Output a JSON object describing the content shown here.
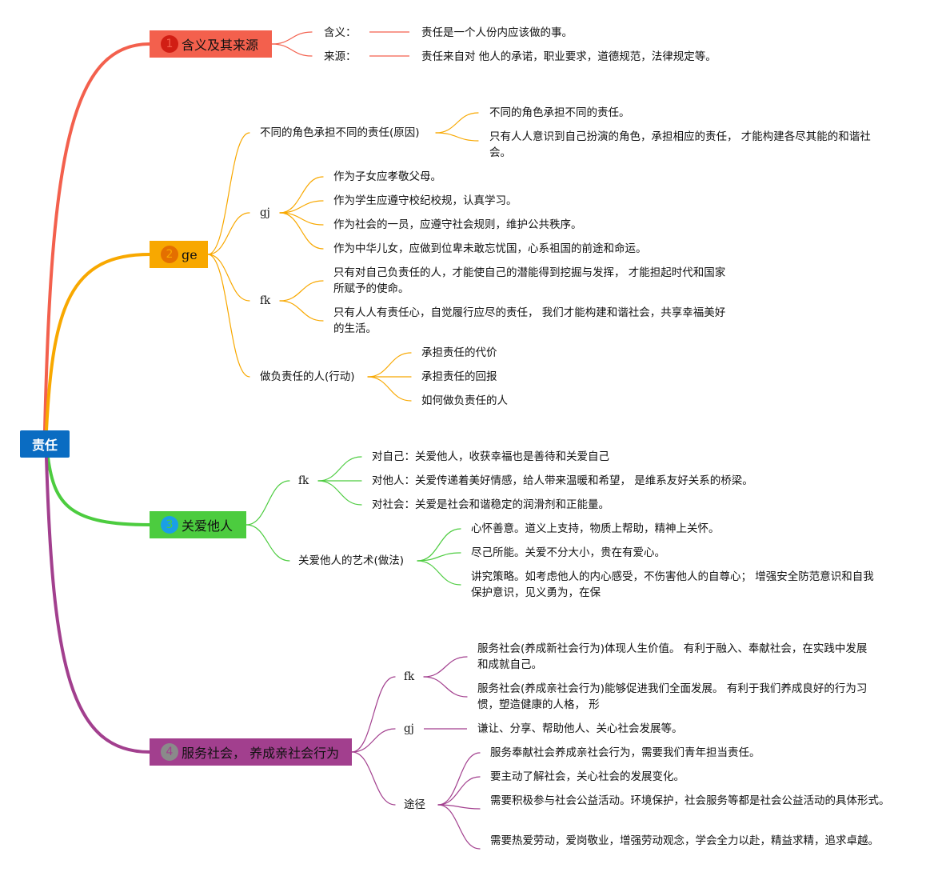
{
  "root": "责任",
  "colors": {
    "root": "#0a6cc2",
    "b1": "#f3604d",
    "b2": "#f8a800",
    "b3": "#4ccc3f",
    "b4": "#a23f8e"
  },
  "b1": {
    "badge": "1",
    "title": "含义及其来源",
    "rows": [
      {
        "label": "含义：",
        "text": "责任是一个人份内应该做的事。"
      },
      {
        "label": "来源：",
        "text": "责任来自对 他人的承诺，职业要求，道德规范，法律规定等。"
      }
    ]
  },
  "b2": {
    "badge": "2",
    "title": "ge",
    "c1": {
      "label": "不同的角色承担不同的责任(原因)",
      "items": [
        "不同的角色承担不同的责任。",
        "只有人人意识到自己扮演的角色，承担相应的责任， 才能构建各尽其能的和谐社会。"
      ]
    },
    "c2": {
      "label": "gj",
      "items": [
        "作为子女应孝敬父母。",
        "作为学生应遵守校纪校规，认真学习。",
        "作为社会的一员，应遵守社会规则，维护公共秩序。",
        "作为中华儿女，应做到位卑未敢忘忧国，心系祖国的前途和命运。"
      ]
    },
    "c3": {
      "label": "fk",
      "items": [
        "只有对自己负责任的人，才能使自己的潜能得到挖掘与发挥， 才能担起时代和国家所赋予的使命。",
        "只有人人有责任心，自觉履行应尽的责任， 我们才能构建和谐社会，共享幸福美好的生活。"
      ]
    },
    "c4": {
      "label": "做负责任的人(行动)",
      "items": [
        "承担责任的代价",
        "承担责任的回报",
        "如何做负责任的人"
      ]
    }
  },
  "b3": {
    "badge": "3",
    "title": "关爱他人",
    "c1": {
      "label": "fk",
      "items": [
        "对自己：关爱他人，收获幸福也是善待和关爱自己",
        "对他人：关爱传递着美好情感，给人带来温暖和希望， 是维系友好关系的桥梁。",
        "对社会：关爱是社会和谐稳定的润滑剂和正能量。"
      ]
    },
    "c2": {
      "label": "关爱他人的艺术(做法)",
      "items": [
        "心怀善意。道义上支持，物质上帮助，精神上关怀。",
        "尽己所能。关爱不分大小，贵在有爱心。",
        "讲究策略。如考虑他人的内心感受，不伤害他人的自尊心； 增强安全防范意识和自我保护意识，见义勇为，在保"
      ]
    }
  },
  "b4": {
    "badge": "4",
    "title": "服务社会， 养成亲社会行为",
    "c1": {
      "label": "fk",
      "items": [
        "服务社会(养成新社会行为)体现人生价值。 有利于融入、奉献社会，在实践中发展和成就自己。",
        "服务社会(养成亲社会行为)能够促进我们全面发展。 有利于我们养成良好的行为习惯，塑造健康的人格， 形"
      ]
    },
    "c2": {
      "label": "gj",
      "items": [
        "谦让、分享、帮助他人、关心社会发展等。"
      ]
    },
    "c3": {
      "label": "途径",
      "items": [
        "服务奉献社会养成亲社会行为，需要我们青年担当责任。",
        "要主动了解社会，关心社会的发展变化。",
        "需要积极参与社会公益活动。环境保护，社会服务等都是社会公益活动的具体形式。",
        "需要热爱劳动，爱岗敬业，增强劳动观念，学会全力以赴，精益求精，追求卓越。"
      ]
    }
  }
}
